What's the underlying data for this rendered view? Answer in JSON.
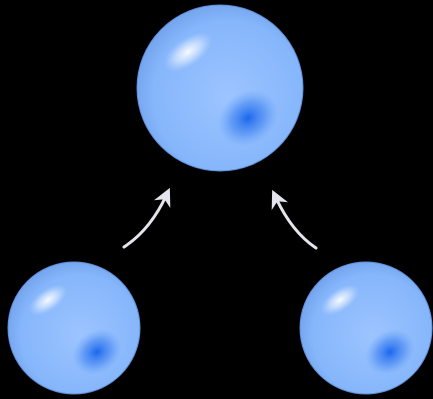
{
  "background_color": "#000000",
  "sphere_color": "#8ab8ff",
  "sphere_highlight_color": "#e6f0ff",
  "sphere_shade_color": "#1a66ee",
  "arrow_color": "#e4e4ec",
  "nodes": [
    {
      "id": "top",
      "role": "target"
    },
    {
      "id": "bottom-left",
      "role": "source"
    },
    {
      "id": "bottom-right",
      "role": "source"
    }
  ],
  "edges": [
    {
      "from": "bottom-left",
      "to": "top"
    },
    {
      "from": "bottom-right",
      "to": "top"
    }
  ]
}
